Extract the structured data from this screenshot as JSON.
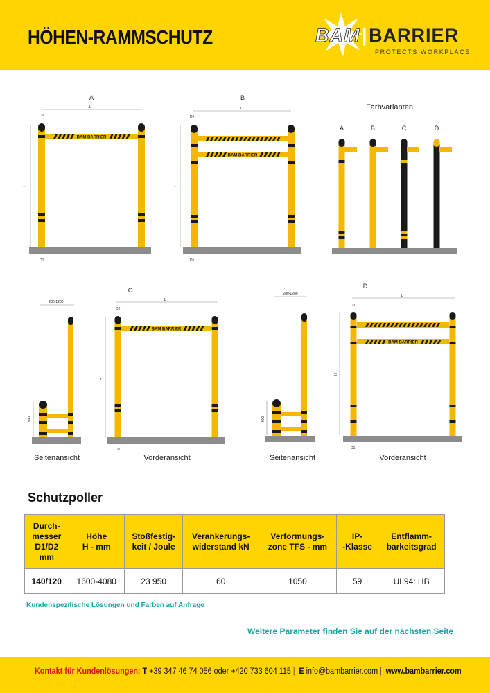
{
  "header": {
    "title": "HÖHEN-RAMMSCHUTZ"
  },
  "logo": {
    "bam": "BAM",
    "barrier": "BARRIER",
    "tagline": "PROTECTS WORKPLACE"
  },
  "drawings": {
    "labels": {
      "a": "A",
      "b": "B",
      "c": "C",
      "d": "D"
    },
    "farbvarianten": "Farbvarianten",
    "dims": {
      "l": "L",
      "h": "H",
      "d1": "D1",
      "d2": "D2",
      "range": "280-1280",
      "side_h": "900"
    },
    "beam_text": "BAM BARRIER",
    "seitenansicht": "Seitenansicht",
    "vorderansicht": "Vorderansicht",
    "colors": {
      "yellow": "#f5b800",
      "black": "#1a1a1a",
      "floor": "#8c8c8c"
    }
  },
  "section": {
    "title": "Schutzpoller"
  },
  "table": {
    "headers": [
      [
        "Durch-",
        "messer",
        "D1/D2",
        "mm"
      ],
      [
        "Höhe",
        "H - mm"
      ],
      [
        "Stoßfestig-",
        "keit / Joule"
      ],
      [
        "Verankerungs-",
        "widerstand  kN"
      ],
      [
        "Verformungs-",
        "zone TFS - mm"
      ],
      [
        "IP-",
        "-Klasse"
      ],
      [
        "Entflamm-",
        "barkeitsgrad"
      ]
    ],
    "row": [
      "140/120",
      "1600-4080",
      "23 950",
      "60",
      "1050",
      "59",
      "UL94: HB"
    ]
  },
  "note": "Kundenspezifische Lösungen und Farben auf Anfrage",
  "more": "Weitere Parameter finden Sie auf der nächsten Seite",
  "footer": {
    "label": "Kontakt für Kundenlösungen:",
    "t_label": "T",
    "phones": "+39 347 46 74 056 oder +420 733 604 115",
    "e_label": "E",
    "email": "info@bambarrier.com",
    "web": "www.bambarrier.com"
  }
}
